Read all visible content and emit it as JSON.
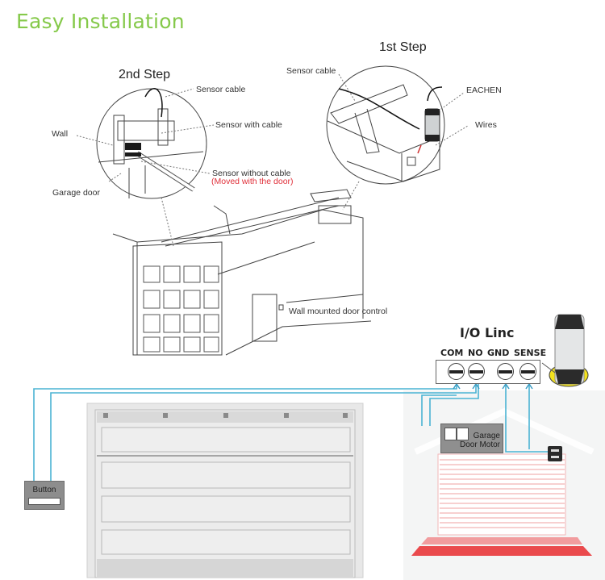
{
  "header": {
    "title": "Easy Installation",
    "title_color": "#85c94a"
  },
  "step2": {
    "title": "2nd Step",
    "labels": {
      "sensor_cable": "Sensor cable",
      "wall": "Wall",
      "sensor_with_cable": "Sensor with cable",
      "sensor_without_cable": "Sensor without cable",
      "moved_with_door": "(Moved with the door)",
      "garage_door": "Garage door"
    }
  },
  "step1": {
    "title": "1st Step",
    "labels": {
      "sensor_cable": "Sensor cable",
      "device": "EACHEN",
      "wires": "Wires"
    }
  },
  "garage_drawing": {
    "wall_control_label": "Wall mounted door control"
  },
  "wiring": {
    "module_title": "I/O Linc",
    "terminals": [
      "COM",
      "NO",
      "GND",
      "SENSE"
    ],
    "button_label": "Button",
    "motor_label_line1": "Garage",
    "motor_label_line2": "Door Motor",
    "wire_color": "#4ab3d3",
    "accent_yellow": "#f3e21c",
    "door_red": "#e8454a"
  }
}
